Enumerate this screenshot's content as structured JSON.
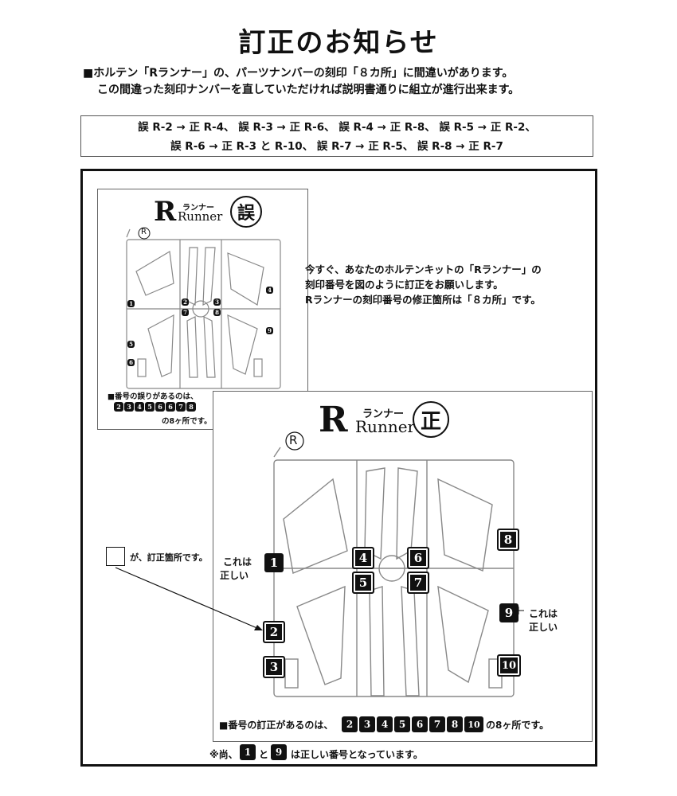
{
  "title": "訂正のお知らせ",
  "notice": {
    "line1": "■ホルテン「Rランナー」の、パーツナンバーの刻印「８カ所」に間違いがあります。",
    "line2": "この間違った刻印ナンバーを直していただければ説明書通りに組立が進行出来ます。"
  },
  "corrections": {
    "line1": "誤 R-2 → 正 R-4、 誤 R-3 → 正 R-6、 誤 R-4 → 正 R-8、 誤 R-5 → 正 R-2、",
    "line2": "誤 R-6 → 正 R-3 と R-10、 誤 R-7 → 正 R-5、 誤 R-8 → 正 R-7"
  },
  "message": {
    "line1": "今すぐ、あなたのホルテンキットの「Rランナー」の",
    "line2": "刻印番号を図のように訂正をお願いします。",
    "line3": "Rランナーの刻印番号の修正箇所は「８カ所」です。"
  },
  "wrong_panel": {
    "letter": "R",
    "kana": "ランナー",
    "word": "Runner",
    "stamp": "誤",
    "circle_label": "R",
    "tags": [
      "1",
      "2",
      "3",
      "4",
      "5",
      "6",
      "7",
      "8",
      "9"
    ],
    "note_prefix": "■番号の誤りがあるのは、",
    "note_numbers": [
      "2",
      "3",
      "4",
      "5",
      "6",
      "6",
      "7",
      "8"
    ],
    "note_suffix": "の8ヶ所です。"
  },
  "correct_panel": {
    "letter": "R",
    "kana": "ランナー",
    "word": "Runner",
    "stamp": "正",
    "circle_label": "R",
    "tags": [
      "1",
      "2",
      "3",
      "4",
      "5",
      "6",
      "7",
      "8",
      "9",
      "10"
    ],
    "label_correct_1": "これは",
    "label_correct_2": "正しい",
    "note_prefix": "■番号の訂正があるのは、",
    "note_numbers": [
      "2",
      "3",
      "4",
      "5",
      "6",
      "7",
      "8",
      "10"
    ],
    "note_suffix": "の8ヶ所です。"
  },
  "legend": {
    "text": "が、訂正箇所です。"
  },
  "footnote": {
    "prefix": "※尚、",
    "num1": "1",
    "conj": "と",
    "num2": "9",
    "suffix": "は正しい番号となっています。"
  }
}
